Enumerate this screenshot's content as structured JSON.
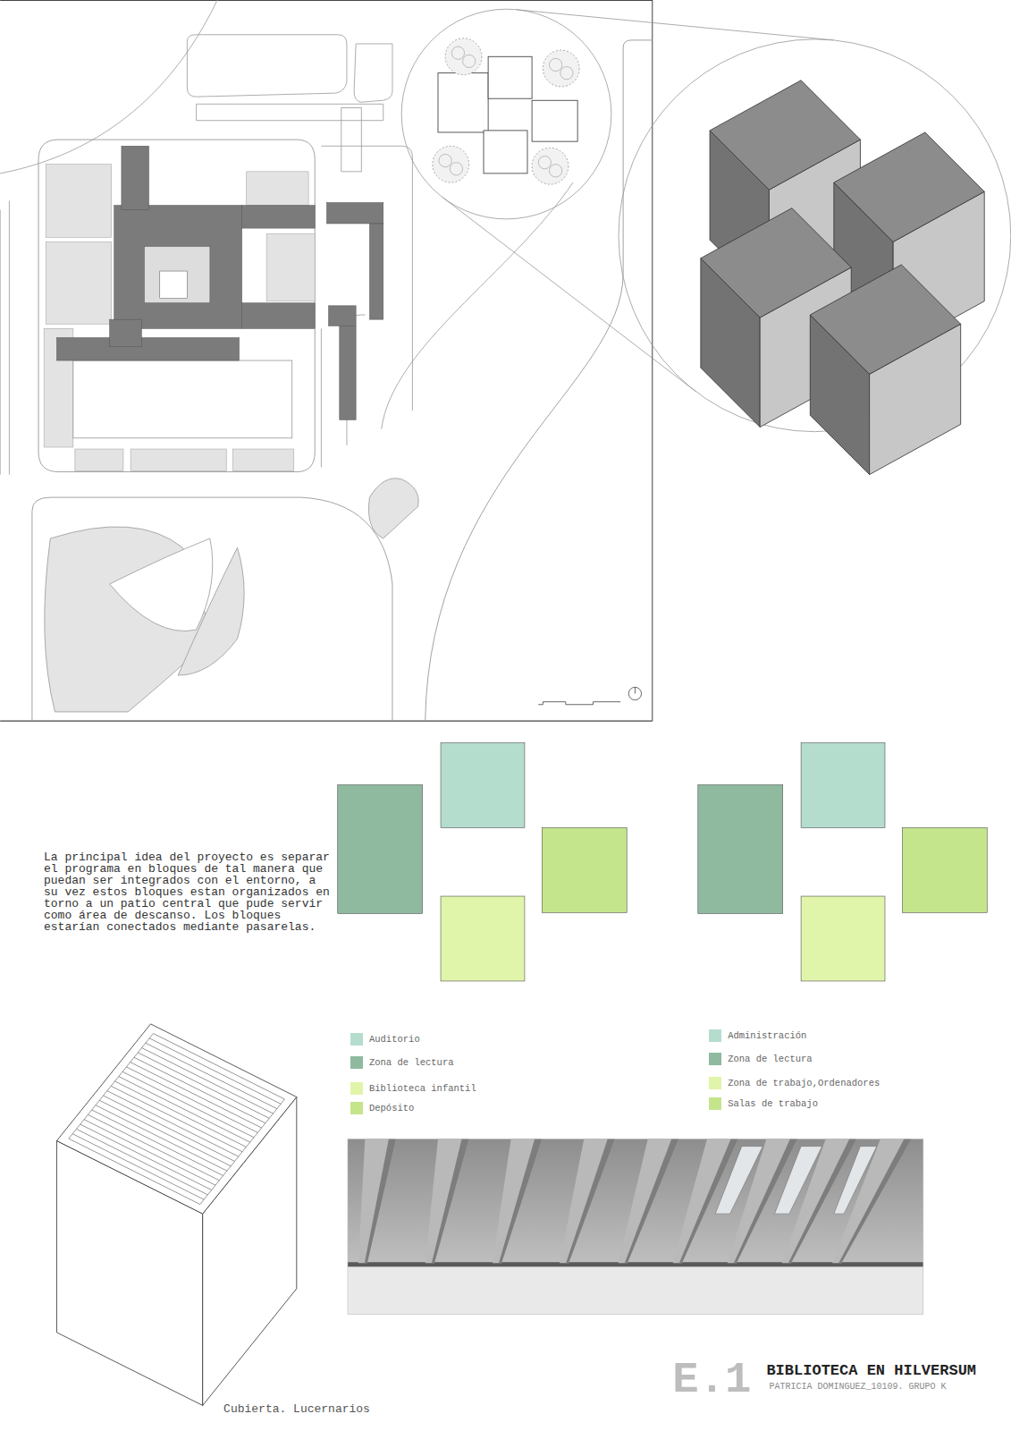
{
  "diagram": {
    "title": "BIBLIOTECA EN HILVERSUM",
    "labels": [
      "La principal idea del proyecto es separar el programa en bloques de tal manera que puedan ser integrados con el entorno, a su vez estos bloques estan organizados en torno a un patio central que pude servir como área de descanso. Los bloques estarían conectados mediante pasarelas.",
      "Cubierta. Lucernarios",
      "E.1",
      "PATRICIA DOMINGUEZ_10109. GRUPO K"
    ],
    "legend": [
      {
        "text": "Auditorio",
        "color": "#b5ddcd"
      },
      {
        "text": "Zona de lectura",
        "color": "#8fba9f"
      },
      {
        "text": "Biblioteca infantil",
        "color": "#e0f5aa"
      },
      {
        "text": "Depósito",
        "color": "#c4e58c"
      },
      {
        "text": "Administración",
        "color": "#b5ddcd"
      },
      {
        "text": "Zona de lectura",
        "color": "#8fba9f"
      },
      {
        "text": "Zona de trabajo,Ordenadores",
        "color": "#e0f5aa"
      },
      {
        "text": "Salas de trabajo",
        "color": "#c4e58c"
      }
    ]
  }
}
